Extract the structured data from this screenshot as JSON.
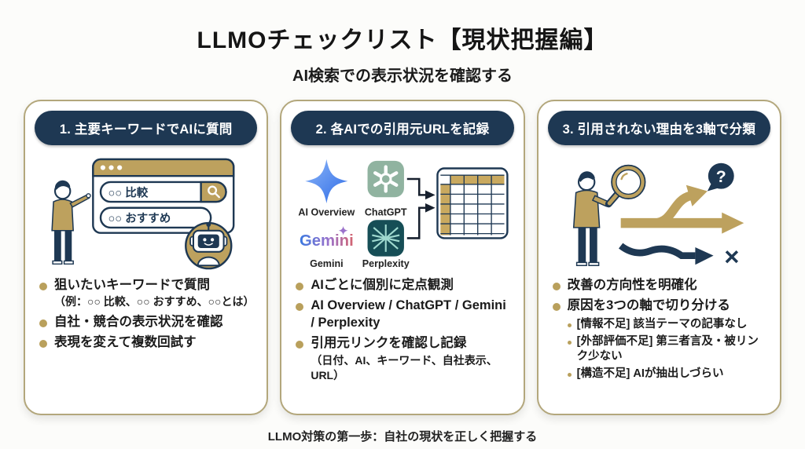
{
  "page": {
    "title": "LLMOチェックリスト【現状把握編】",
    "subtitle": "AI検索での表示状況を確認する",
    "footer": "LLMO対策の第一歩：自社の現状を正しく把握する"
  },
  "colors": {
    "navy": "#1e3853",
    "gold": "#bda15e",
    "table_header_gold": "#c9a95f",
    "card_border": "#b3a77c",
    "bullet_dot": "#b9a05c",
    "chatgpt_green": "#90b3a0",
    "perplexity_teal": "#164e56",
    "perplexity_logo": "#9fd9cf",
    "ai_overview_blue": "#2e6be6"
  },
  "cards": [
    {
      "header": "1. 主要キーワードでAIに質問",
      "illustration": {
        "search_text_1": "○○ 比較",
        "search_text_2": "○○ おすすめ"
      },
      "bullets": [
        {
          "text": "狙いたいキーワードで質問",
          "sub": "（例：○○ 比較、○○ おすすめ、○○とは）"
        },
        {
          "text": "自社・競合の表示状況を確認"
        },
        {
          "text": "表現を変えて複数回試す"
        }
      ]
    },
    {
      "header": "2. 各AIでの引用元URLを記録",
      "ai_tools": [
        {
          "name": "ai-overview",
          "label": "AI Overview"
        },
        {
          "name": "chatgpt",
          "label": "ChatGPT"
        },
        {
          "name": "gemini",
          "label": "Gemini",
          "wordmark": "Gemini"
        },
        {
          "name": "perplexity",
          "label": "Perplexity"
        }
      ],
      "bullets": [
        {
          "text": "AIごとに個別に定点観測"
        },
        {
          "text": "AI Overview / ChatGPT / Gemini / Perplexity"
        },
        {
          "text": "引用元リンクを確認し記録",
          "sub": "（日付、AI、キーワード、自社表示、URL）"
        }
      ]
    },
    {
      "header": "3. 引用されない理由を3軸で分類",
      "illustration": {
        "question_mark": "?",
        "cross": "×"
      },
      "bullets": [
        {
          "text": "改善の方向性を明確化"
        },
        {
          "text": "原因を3つの軸で切り分ける",
          "subs": [
            "[情報不足] 該当テーマの記事なし",
            "[外部評価不足] 第三者言及・被リンク少ない",
            "[構造不足] AIが抽出しづらい"
          ]
        }
      ]
    }
  ]
}
